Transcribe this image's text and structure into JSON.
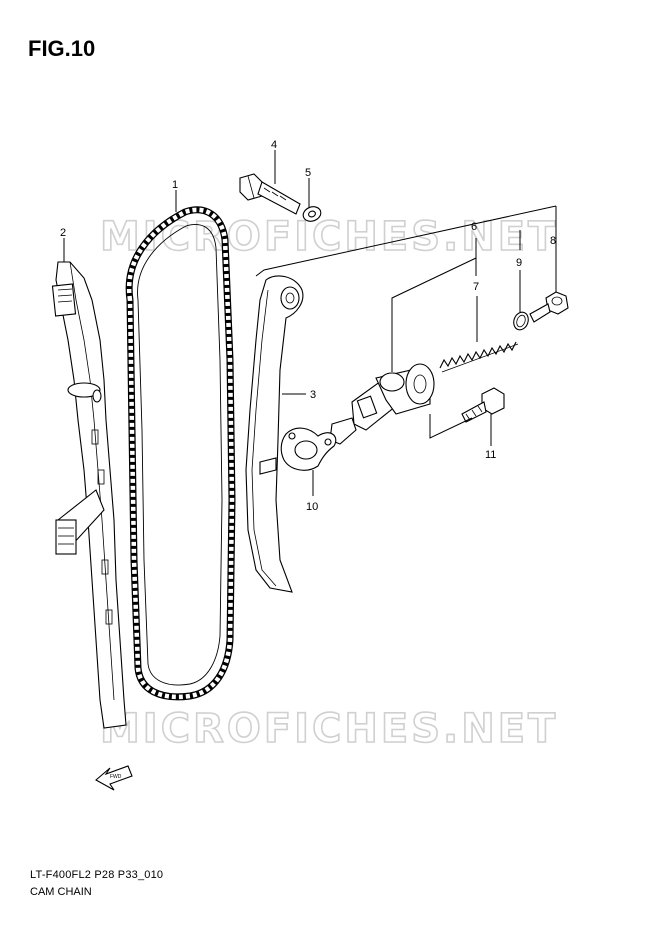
{
  "figure": {
    "title": "FIG.10"
  },
  "watermarks": [
    "MICROFICHES.NET",
    "MICROFICHES.NET"
  ],
  "callouts": [
    "1",
    "2",
    "3",
    "4",
    "5",
    "6",
    "7",
    "8",
    "9",
    "10",
    "11"
  ],
  "direction_arrow": {
    "label": "FWD"
  },
  "footer": {
    "code": "LT-F400FL2 P28 P33_010",
    "name": "CAM CHAIN"
  }
}
